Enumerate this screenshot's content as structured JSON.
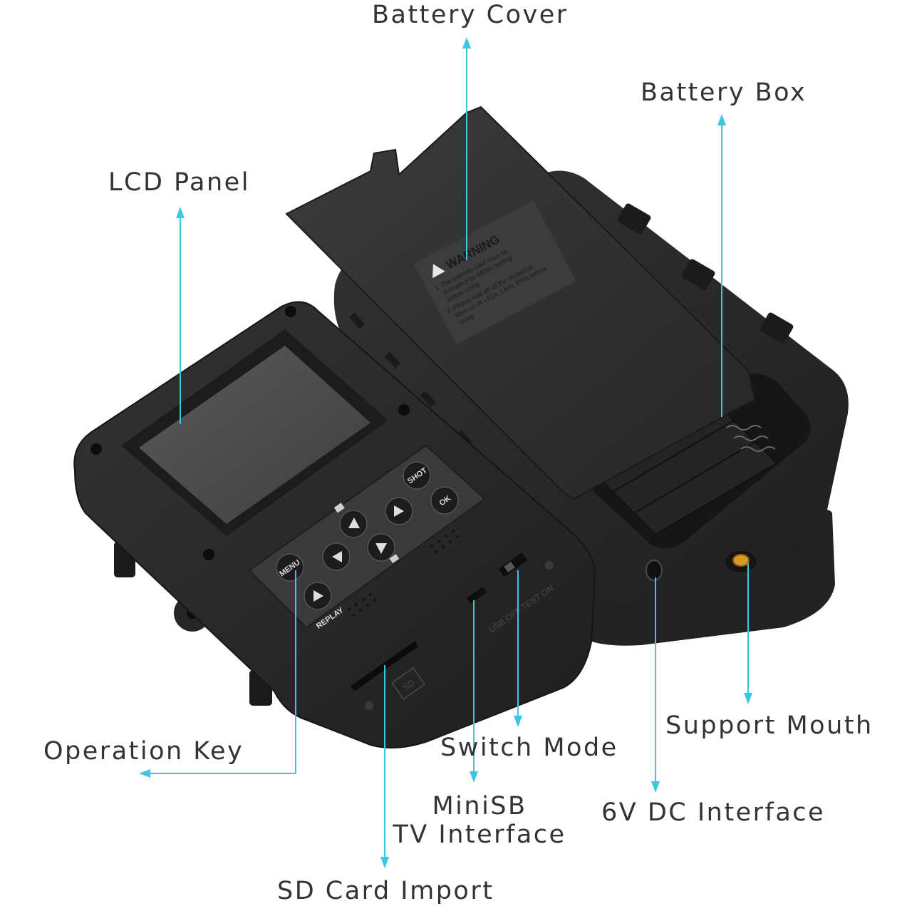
{
  "labels": {
    "battery_cover": "Battery Cover",
    "battery_box": "Battery Box",
    "lcd_panel": "LCD Panel",
    "operation_key": "Operation Key",
    "switch_mode": "Switch Mode",
    "support_mouth": "Support Mouth",
    "minisb_line1": "MiniSB",
    "minisb_line2": "TV Interface",
    "dc_interface": "6V DC Interface",
    "sd_card_import": "SD Card Import"
  },
  "warning_sticker": {
    "title": "WARNING",
    "line1": "1. The memory card must be",
    "line2": "formatted by MENU setting",
    "line3": "before using.",
    "line4": "2. Please tear off all the protective",
    "line5": "films on IR LEDs, Lens, PIRs before",
    "line6": "using."
  },
  "keypad": {
    "menu": "MENU",
    "replay": "REPLAY",
    "shot": "SHOT",
    "ok": "OK"
  },
  "molded_text": {
    "switch_marks": "USB OFF TEST ON",
    "sd": "SD"
  },
  "colors": {
    "leader": "#3cc6e0",
    "label_text": "#333333",
    "body": "#2c2c2c"
  }
}
